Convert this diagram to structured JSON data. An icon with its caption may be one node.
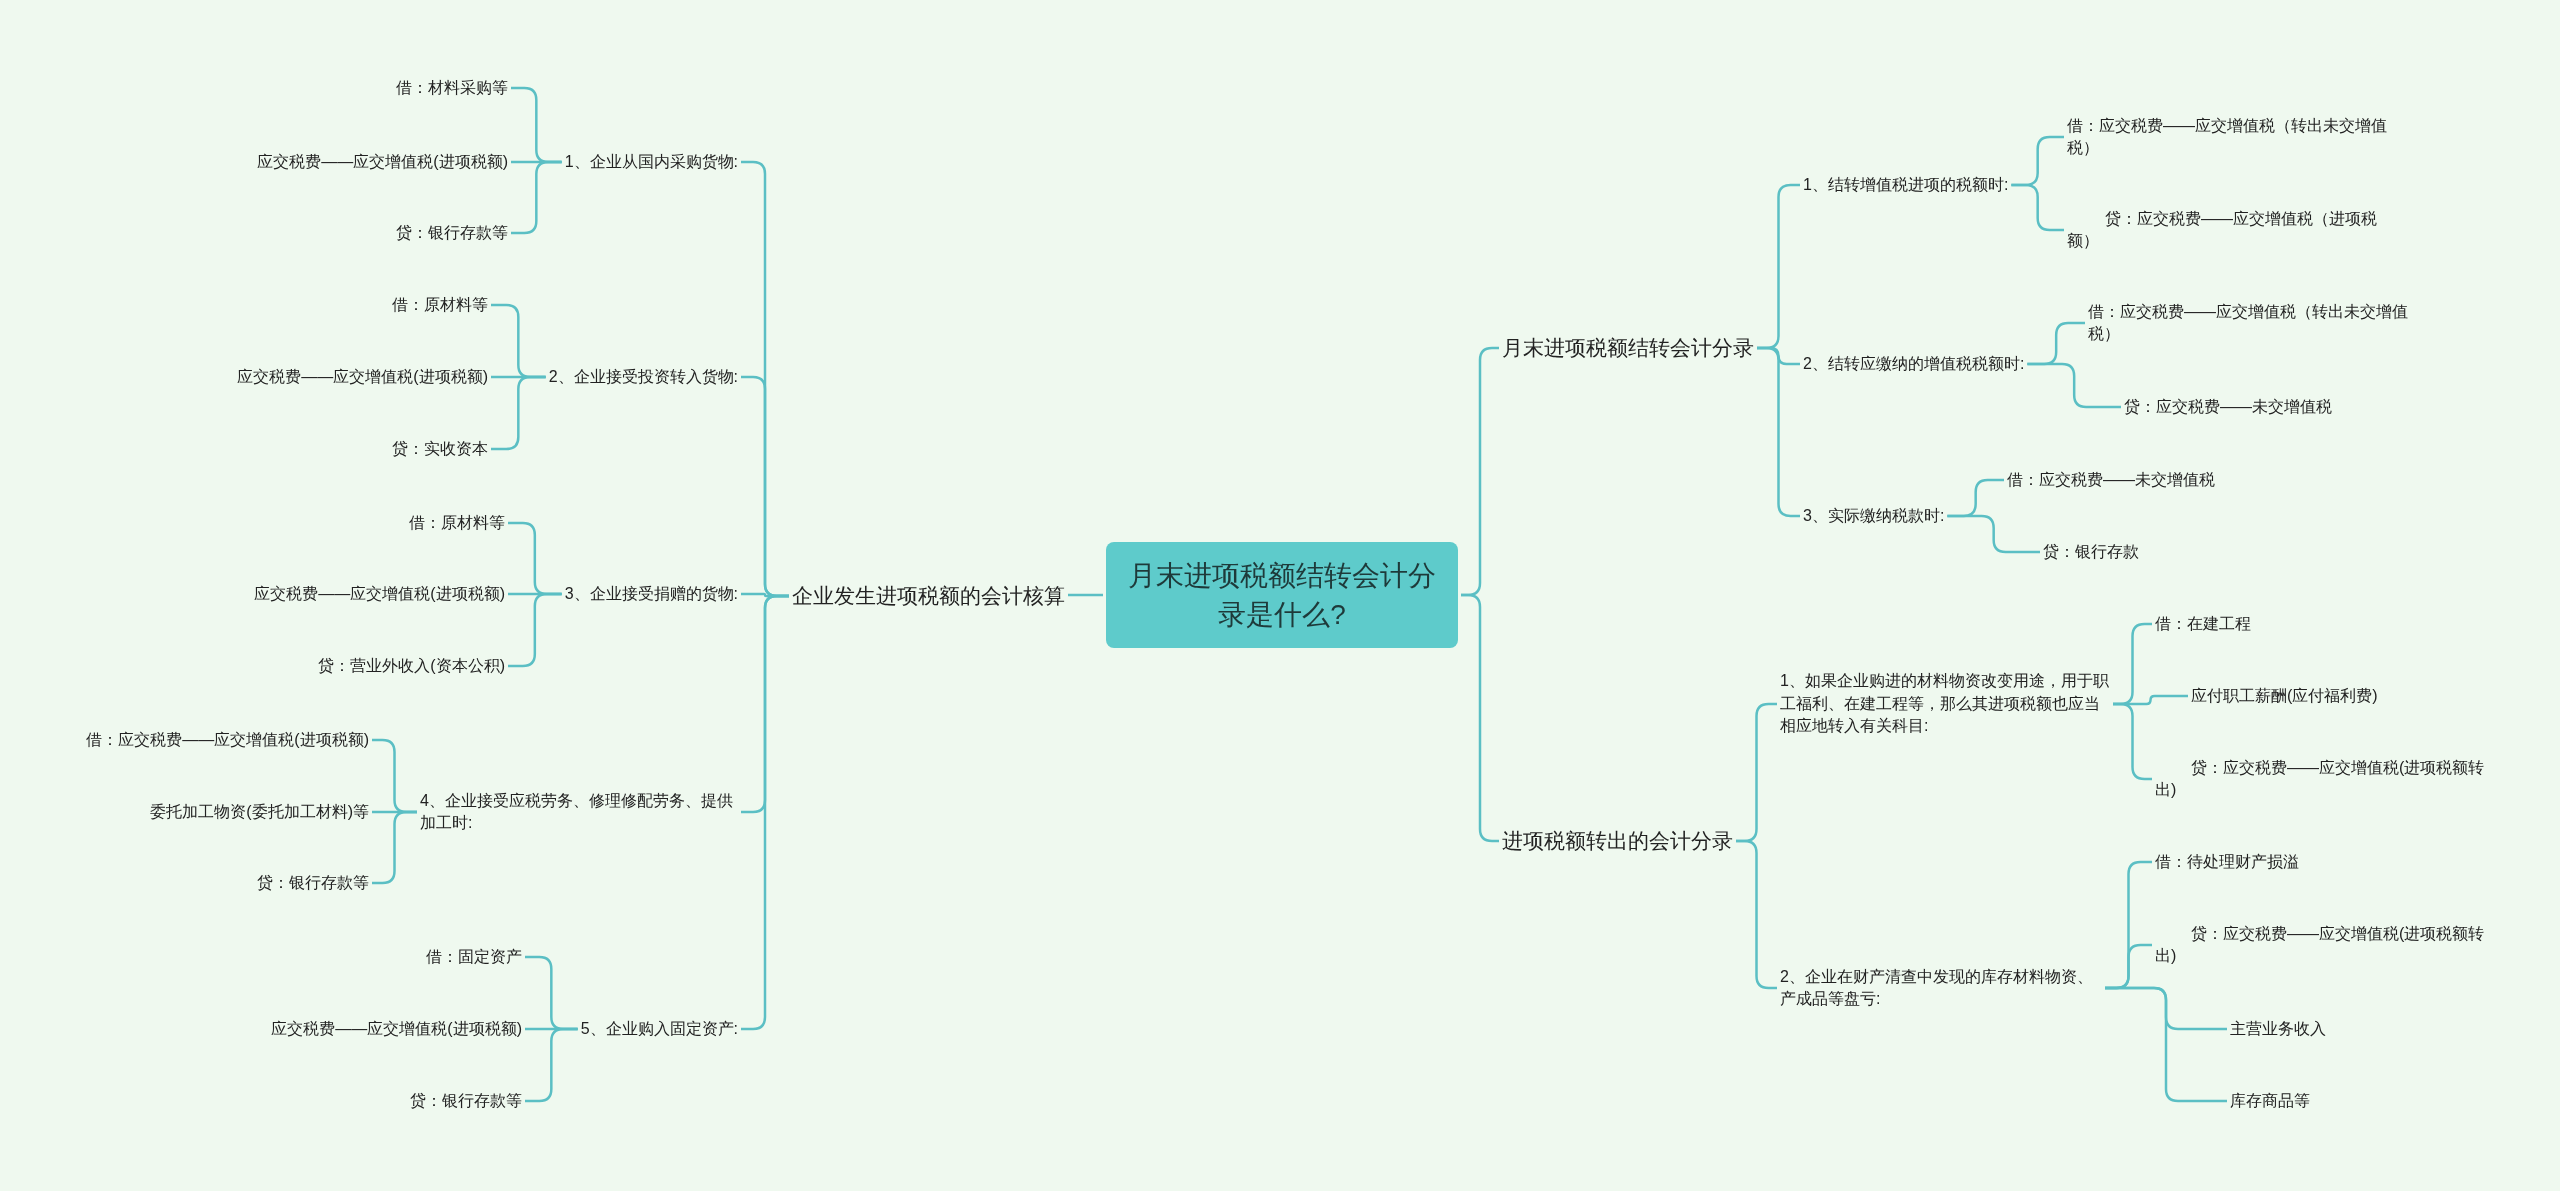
{
  "diagram": {
    "nodes": [
      {
        "text": [
          "月末进项税额结转会计分录是什么?"
        ]
      },
      {
        "text": [
          "企业发生进项税额的会计核算"
        ]
      },
      {
        "text": [
          "1、企业从国内采购货物:"
        ]
      },
      {
        "text": [
          "借：材料采购等"
        ]
      },
      {
        "text": [
          "应交税费——应交增值税(进项税额)"
        ]
      },
      {
        "text": [
          "贷：银行存款等"
        ]
      },
      {
        "text": [
          "2、企业接受投资转入货物:"
        ]
      },
      {
        "text": [
          "借：原材料等"
        ]
      },
      {
        "text": [
          "应交税费——应交增值税(进项税额)"
        ]
      },
      {
        "text": [
          "贷：实收资本"
        ]
      },
      {
        "text": [
          "3、企业接受捐赠的货物:"
        ]
      },
      {
        "text": [
          "借：原材料等"
        ]
      },
      {
        "text": [
          "应交税费——应交增值税(进项税额)"
        ]
      },
      {
        "text": [
          "贷：营业外收入(资本公积)"
        ]
      },
      {
        "text": [
          "4、企业接受应税劳务、修理修配劳务、提供加工时:"
        ]
      },
      {
        "text": [
          "借：应交税费——应交增值税(进项税额)"
        ]
      },
      {
        "text": [
          "委托加工物资(委托加工材料)等"
        ]
      },
      {
        "text": [
          "贷：银行存款等"
        ]
      },
      {
        "text": [
          "5、企业购入固定资产:"
        ]
      },
      {
        "text": [
          "借：固定资产"
        ]
      },
      {
        "text": [
          "应交税费——应交增值税(进项税额)"
        ]
      },
      {
        "text": [
          "贷：银行存款等"
        ]
      },
      {
        "text": [
          "月末进项税额结转会计分录"
        ]
      },
      {
        "text": [
          "1、结转增值税进项的税额时:"
        ]
      },
      {
        "text": [
          "借：应交税费——应交增值税（转出未交增值税）"
        ]
      },
      {
        "text": [
          "贷：应交税费——应交增值税（进项税额）"
        ]
      },
      {
        "text": [
          "2、结转应缴纳的增值税税额时:"
        ]
      },
      {
        "text": [
          "借：应交税费——应交增值税（转出未交增值税）"
        ]
      },
      {
        "text": [
          "贷：应交税费——未交增值税"
        ]
      },
      {
        "text": [
          "3、实际缴纳税款时:"
        ]
      },
      {
        "text": [
          "借：应交税费——未交增值税"
        ]
      },
      {
        "text": [
          "贷：银行存款"
        ]
      },
      {
        "text": [
          "进项税额转出的会计分录"
        ]
      },
      {
        "text": [
          "1、如果企业购进的材料物资改变用途，用于职工福利、在建工程等，那么其进项税额也应当相应地转入有关科目:"
        ]
      },
      {
        "text": [
          "借：在建工程"
        ]
      },
      {
        "text": [
          "应付职工薪酬(应付福利费)"
        ]
      },
      {
        "text": [
          "贷：应交税费——应交增值税(进项税额转出)"
        ]
      },
      {
        "text": [
          "2、企业在财产清查中发现的库存材料物资、产成品等盘亏:"
        ]
      },
      {
        "text": [
          "借：待处理财产损溢"
        ]
      },
      {
        "text": [
          "贷：应交税费——应交增值税(进项税额转出)"
        ]
      },
      {
        "text": [
          "主营业务收入"
        ]
      },
      {
        "text": [
          "库存商品等"
        ]
      }
    ],
    "edges": [
      {
        "from": 0,
        "to": 1,
        "arrow": "none"
      },
      {
        "from": 1,
        "to": 2,
        "arrow": "none"
      },
      {
        "from": 2,
        "to": 3,
        "arrow": "none"
      },
      {
        "from": 2,
        "to": 4,
        "arrow": "none"
      },
      {
        "from": 2,
        "to": 5,
        "arrow": "none"
      },
      {
        "from": 1,
        "to": 6,
        "arrow": "none"
      },
      {
        "from": 6,
        "to": 7,
        "arrow": "none"
      },
      {
        "from": 6,
        "to": 8,
        "arrow": "none"
      },
      {
        "from": 6,
        "to": 9,
        "arrow": "none"
      },
      {
        "from": 1,
        "to": 10,
        "arrow": "none"
      },
      {
        "from": 10,
        "to": 11,
        "arrow": "none"
      },
      {
        "from": 10,
        "to": 12,
        "arrow": "none"
      },
      {
        "from": 10,
        "to": 13,
        "arrow": "none"
      },
      {
        "from": 1,
        "to": 14,
        "arrow": "none"
      },
      {
        "from": 14,
        "to": 15,
        "arrow": "none"
      },
      {
        "from": 14,
        "to": 16,
        "arrow": "none"
      },
      {
        "from": 14,
        "to": 17,
        "arrow": "none"
      },
      {
        "from": 1,
        "to": 18,
        "arrow": "none"
      },
      {
        "from": 18,
        "to": 19,
        "arrow": "none"
      },
      {
        "from": 18,
        "to": 20,
        "arrow": "none"
      },
      {
        "from": 18,
        "to": 21,
        "arrow": "none"
      },
      {
        "from": 0,
        "to": 22,
        "arrow": "none"
      },
      {
        "from": 22,
        "to": 23,
        "arrow": "none"
      },
      {
        "from": 23,
        "to": 24,
        "arrow": "none"
      },
      {
        "from": 23,
        "to": 25,
        "arrow": "none"
      },
      {
        "from": 22,
        "to": 26,
        "arrow": "none"
      },
      {
        "from": 26,
        "to": 27,
        "arrow": "none"
      },
      {
        "from": 26,
        "to": 28,
        "arrow": "none"
      },
      {
        "from": 22,
        "to": 29,
        "arrow": "none"
      },
      {
        "from": 29,
        "to": 30,
        "arrow": "none"
      },
      {
        "from": 29,
        "to": 31,
        "arrow": "none"
      },
      {
        "from": 0,
        "to": 32,
        "arrow": "none"
      },
      {
        "from": 32,
        "to": 33,
        "arrow": "none"
      },
      {
        "from": 33,
        "to": 34,
        "arrow": "none"
      },
      {
        "from": 33,
        "to": 35,
        "arrow": "none"
      },
      {
        "from": 33,
        "to": 36,
        "arrow": "none"
      },
      {
        "from": 32,
        "to": 37,
        "arrow": "none"
      },
      {
        "from": 37,
        "to": 38,
        "arrow": "none"
      },
      {
        "from": 37,
        "to": 39,
        "arrow": "none"
      },
      {
        "from": 37,
        "to": 40,
        "arrow": "none"
      },
      {
        "from": 37,
        "to": 41,
        "arrow": "none"
      }
    ]
  }
}
